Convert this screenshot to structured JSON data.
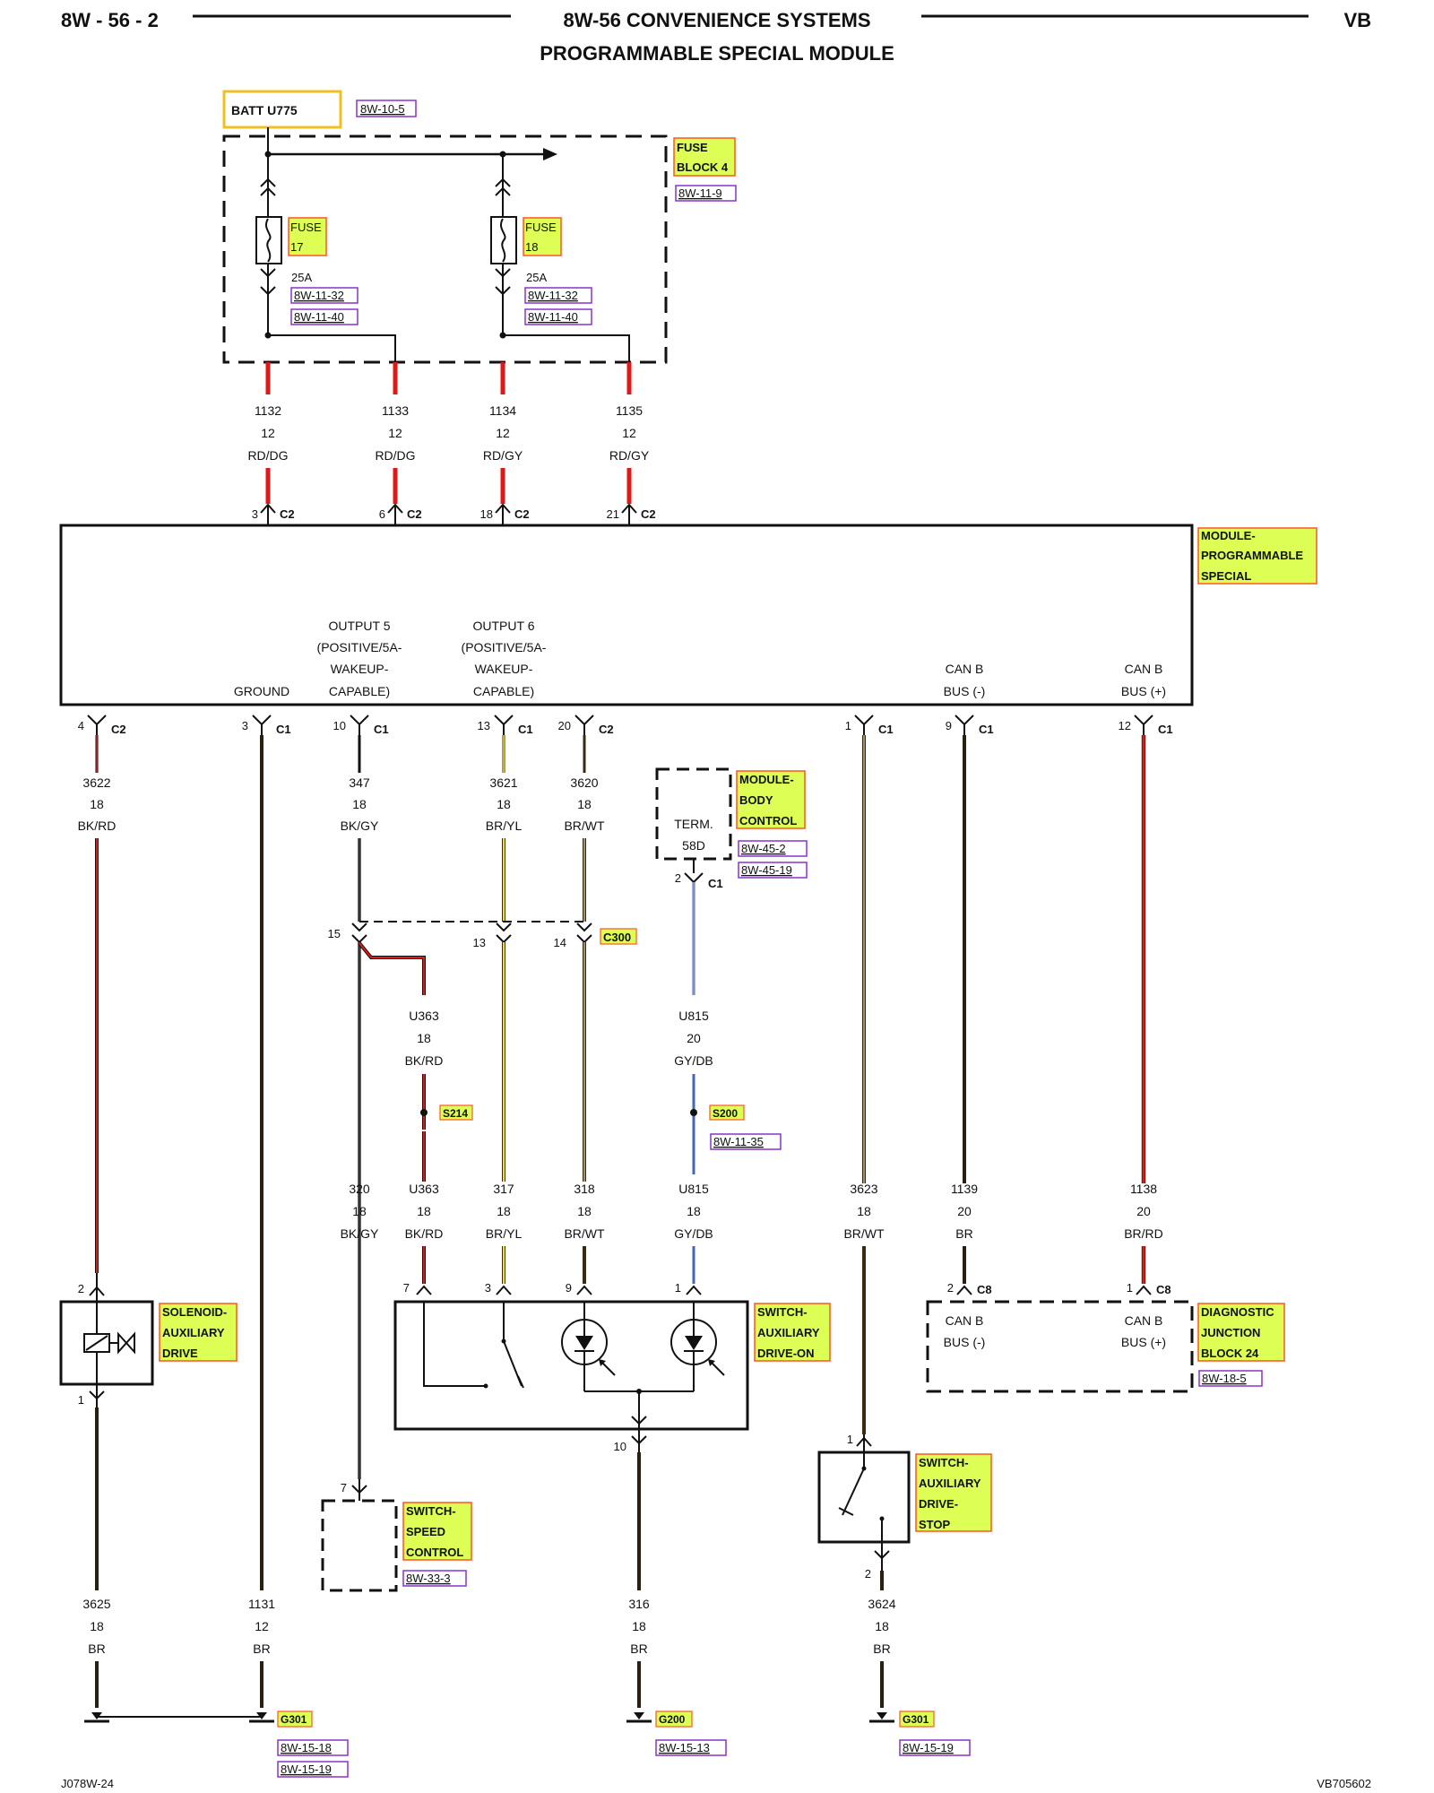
{
  "header": {
    "page_id": "8W - 56 - 2",
    "section_title": "8W-56 CONVENIENCE SYSTEMS",
    "subtitle": "PROGRAMMABLE SPECIAL MODULE",
    "body_code": "VB"
  },
  "colors": {
    "highlight_fill": "#ddff55",
    "highlight_border": "#ff5522",
    "ref_border": "#8833cc",
    "ref_text": "#222288",
    "batt_border": "#f0c020",
    "wire_red": "#e01818",
    "wire_black": "#111111",
    "wire_yellow": "#f2e020",
    "wire_brown": "#3a2a10",
    "wire_blue": "#4466bb",
    "wire_gray": "#777777"
  },
  "power": {
    "batt_label": "BATT U775",
    "batt_ref": "8W-10-5",
    "fuse_block_label_1": "FUSE",
    "fuse_block_label_2": "BLOCK 4",
    "fuse_block_ref": "8W-11-9",
    "fuses": [
      {
        "label_1": "FUSE",
        "label_2": "17",
        "rating": "25A",
        "refs": [
          "8W-11-32",
          "8W-11-40"
        ]
      },
      {
        "label_1": "FUSE",
        "label_2": "18",
        "rating": "25A",
        "refs": [
          "8W-11-32",
          "8W-11-40"
        ]
      }
    ]
  },
  "top_wires": [
    {
      "circuit": "1132",
      "gauge": "12",
      "color": "RD/DG",
      "pin": "3",
      "conn": "C2"
    },
    {
      "circuit": "1133",
      "gauge": "12",
      "color": "RD/DG",
      "pin": "6",
      "conn": "C2"
    },
    {
      "circuit": "1134",
      "gauge": "12",
      "color": "RD/GY",
      "pin": "18",
      "conn": "C2"
    },
    {
      "circuit": "1135",
      "gauge": "12",
      "color": "RD/GY",
      "pin": "21",
      "conn": "C2"
    }
  ],
  "module": {
    "label_1": "MODULE-",
    "label_2": "PROGRAMMABLE",
    "label_3": "SPECIAL",
    "ground_label": "GROUND",
    "output5": [
      "OUTPUT 5",
      "(POSITIVE/5A-",
      "WAKEUP-",
      "CAPABLE)"
    ],
    "output6": [
      "OUTPUT 6",
      "(POSITIVE/5A-",
      "WAKEUP-",
      "CAPABLE)"
    ],
    "canb_minus": [
      "CAN B",
      "BUS (-)"
    ],
    "canb_plus": [
      "CAN B",
      "BUS (+)"
    ]
  },
  "module_pins": [
    {
      "pin": "4",
      "conn": "C2",
      "circuit": "3622",
      "gauge": "18",
      "color": "BK/RD"
    },
    {
      "pin": "3",
      "conn": "C1"
    },
    {
      "pin": "10",
      "conn": "C1",
      "circuit": "347",
      "gauge": "18",
      "color": "BK/GY"
    },
    {
      "pin": "13",
      "conn": "C1",
      "circuit": "3621",
      "gauge": "18",
      "color": "BR/YL"
    },
    {
      "pin": "20",
      "conn": "C2",
      "circuit": "3620",
      "gauge": "18",
      "color": "BR/WT"
    },
    {
      "pin": "1",
      "conn": "C1"
    },
    {
      "pin": "9",
      "conn": "C1"
    },
    {
      "pin": "12",
      "conn": "C1"
    }
  ],
  "body_control": {
    "label_1": "MODULE-",
    "label_2": "BODY",
    "label_3": "CONTROL",
    "term_1": "TERM.",
    "term_2": "58D",
    "refs": [
      "8W-45-2",
      "8W-45-19"
    ],
    "pin": "2",
    "conn": "C1"
  },
  "c300": {
    "label": "C300",
    "pins": [
      "15",
      "13",
      "14"
    ]
  },
  "mid_wires": [
    {
      "circuit": "U363",
      "gauge": "18",
      "color": "BK/RD"
    },
    {
      "circuit": "U815",
      "gauge": "20",
      "color": "GY/DB"
    }
  ],
  "splices": [
    {
      "label": "S214"
    },
    {
      "label": "S200",
      "ref": "8W-11-35"
    }
  ],
  "lower_wires": [
    {
      "circuit": "320",
      "gauge": "18",
      "color": "BK/GY"
    },
    {
      "circuit": "U363",
      "gauge": "18",
      "color": "BK/RD"
    },
    {
      "circuit": "317",
      "gauge": "18",
      "color": "BR/YL"
    },
    {
      "circuit": "318",
      "gauge": "18",
      "color": "BR/WT"
    },
    {
      "circuit": "U815",
      "gauge": "18",
      "color": "GY/DB"
    },
    {
      "circuit": "3623",
      "gauge": "18",
      "color": "BR/WT"
    },
    {
      "circuit": "1139",
      "gauge": "20",
      "color": "BR"
    },
    {
      "circuit": "1138",
      "gauge": "20",
      "color": "BR/RD"
    }
  ],
  "components": {
    "solenoid": {
      "label_1": "SOLENOID-",
      "label_2": "AUXILIARY",
      "label_3": "DRIVE",
      "pin_top": "2",
      "pin_bottom": "1"
    },
    "switch_on": {
      "label_1": "SWITCH-",
      "label_2": "AUXILIARY",
      "label_3": "DRIVE-ON",
      "pins": [
        "7",
        "3",
        "9",
        "1"
      ],
      "pin_bottom": "10"
    },
    "djb": {
      "label_1": "DIAGNOSTIC",
      "label_2": "JUNCTION",
      "label_3": "BLOCK 24",
      "ref": "8W-18-5",
      "pin_l": "2",
      "pin_r": "1",
      "conn": "C8",
      "canb_minus": [
        "CAN B",
        "BUS (-)"
      ],
      "canb_plus": [
        "CAN B",
        "BUS (+)"
      ]
    },
    "speed_control": {
      "label_1": "SWITCH-",
      "label_2": "SPEED",
      "label_3": "CONTROL",
      "ref": "8W-33-3",
      "pin": "7"
    },
    "switch_stop": {
      "label_1": "SWITCH-",
      "label_2": "AUXILIARY",
      "label_3": "DRIVE-",
      "label_4": "STOP",
      "pin_top": "1",
      "pin_bottom": "2"
    }
  },
  "bottom_wires": [
    {
      "circuit": "3625",
      "gauge": "18",
      "color": "BR"
    },
    {
      "circuit": "1131",
      "gauge": "12",
      "color": "BR"
    },
    {
      "circuit": "316",
      "gauge": "18",
      "color": "BR"
    },
    {
      "circuit": "3624",
      "gauge": "18",
      "color": "BR"
    }
  ],
  "grounds": [
    {
      "label": "G301",
      "refs": [
        "8W-15-18",
        "8W-15-19"
      ]
    },
    {
      "label": "G200",
      "refs": [
        "8W-15-13"
      ]
    },
    {
      "label": "G301",
      "refs": [
        "8W-15-19"
      ]
    }
  ],
  "footer": {
    "left_code": "J078W-24",
    "right_code": "VB705602"
  }
}
